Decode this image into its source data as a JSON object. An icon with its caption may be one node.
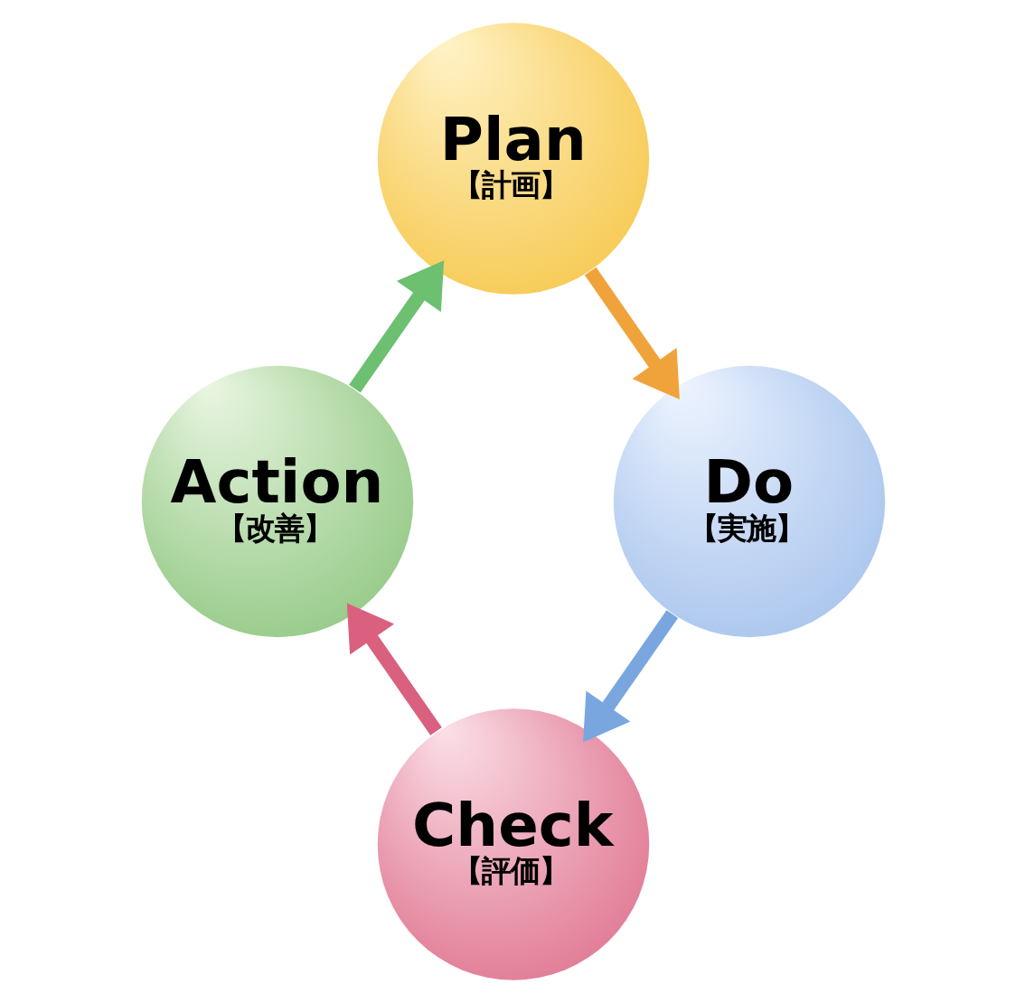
{
  "diagram": {
    "nodes": [
      {
        "text": [
          "Plan",
          "【計画】"
        ]
      },
      {
        "text": [
          "Do",
          "【実施】"
        ]
      },
      {
        "text": [
          "Check",
          "【評価】"
        ]
      },
      {
        "text": [
          "Action",
          "【改善】"
        ]
      }
    ],
    "edges": [
      {
        "from": 0,
        "to": 1,
        "arrow": "to",
        "color": "#f0a33a"
      },
      {
        "from": 1,
        "to": 2,
        "arrow": "to",
        "color": "#7aa6e0"
      },
      {
        "from": 2,
        "to": 3,
        "arrow": "to",
        "color": "#d9607f"
      },
      {
        "from": 3,
        "to": 0,
        "arrow": "to",
        "color": "#6cc070"
      }
    ]
  }
}
